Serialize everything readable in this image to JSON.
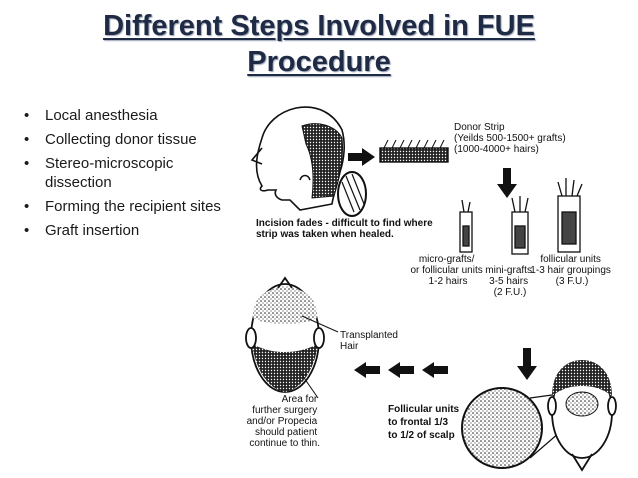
{
  "slide": {
    "title_line1": "Different Steps Involved in FUE",
    "title_line2": "Procedure",
    "bullets": [
      "Local anesthesia",
      "Collecting donor tissue",
      "Stereo-microscopic dissection",
      "Forming the recipient sites",
      "Graft insertion"
    ]
  },
  "diagram": {
    "donor_strip": [
      "Donor Strip",
      "(Yeilds 500-1500+ grafts)",
      "(1000-4000+ hairs)"
    ],
    "incision": [
      "Incision fades - difficult to find where",
      "strip was taken when healed."
    ],
    "micro": [
      "micro-grafts/",
      "or follicular units",
      "1-2 hairs"
    ],
    "mini": [
      "mini-grafts",
      "3-5 hairs",
      "(2 F.U.)"
    ],
    "follicular": [
      "follicular units",
      "1-3 hair groupings",
      "(3 F.U.)"
    ],
    "transplanted": [
      "Transplanted",
      "Hair"
    ],
    "area": [
      "Area for",
      "further surgery",
      "and/or Propecia",
      "should patient",
      "continue to thin."
    ],
    "frontal": [
      "Follicular units",
      "to frontal 1/3",
      "to 1/2 of scalp"
    ]
  }
}
